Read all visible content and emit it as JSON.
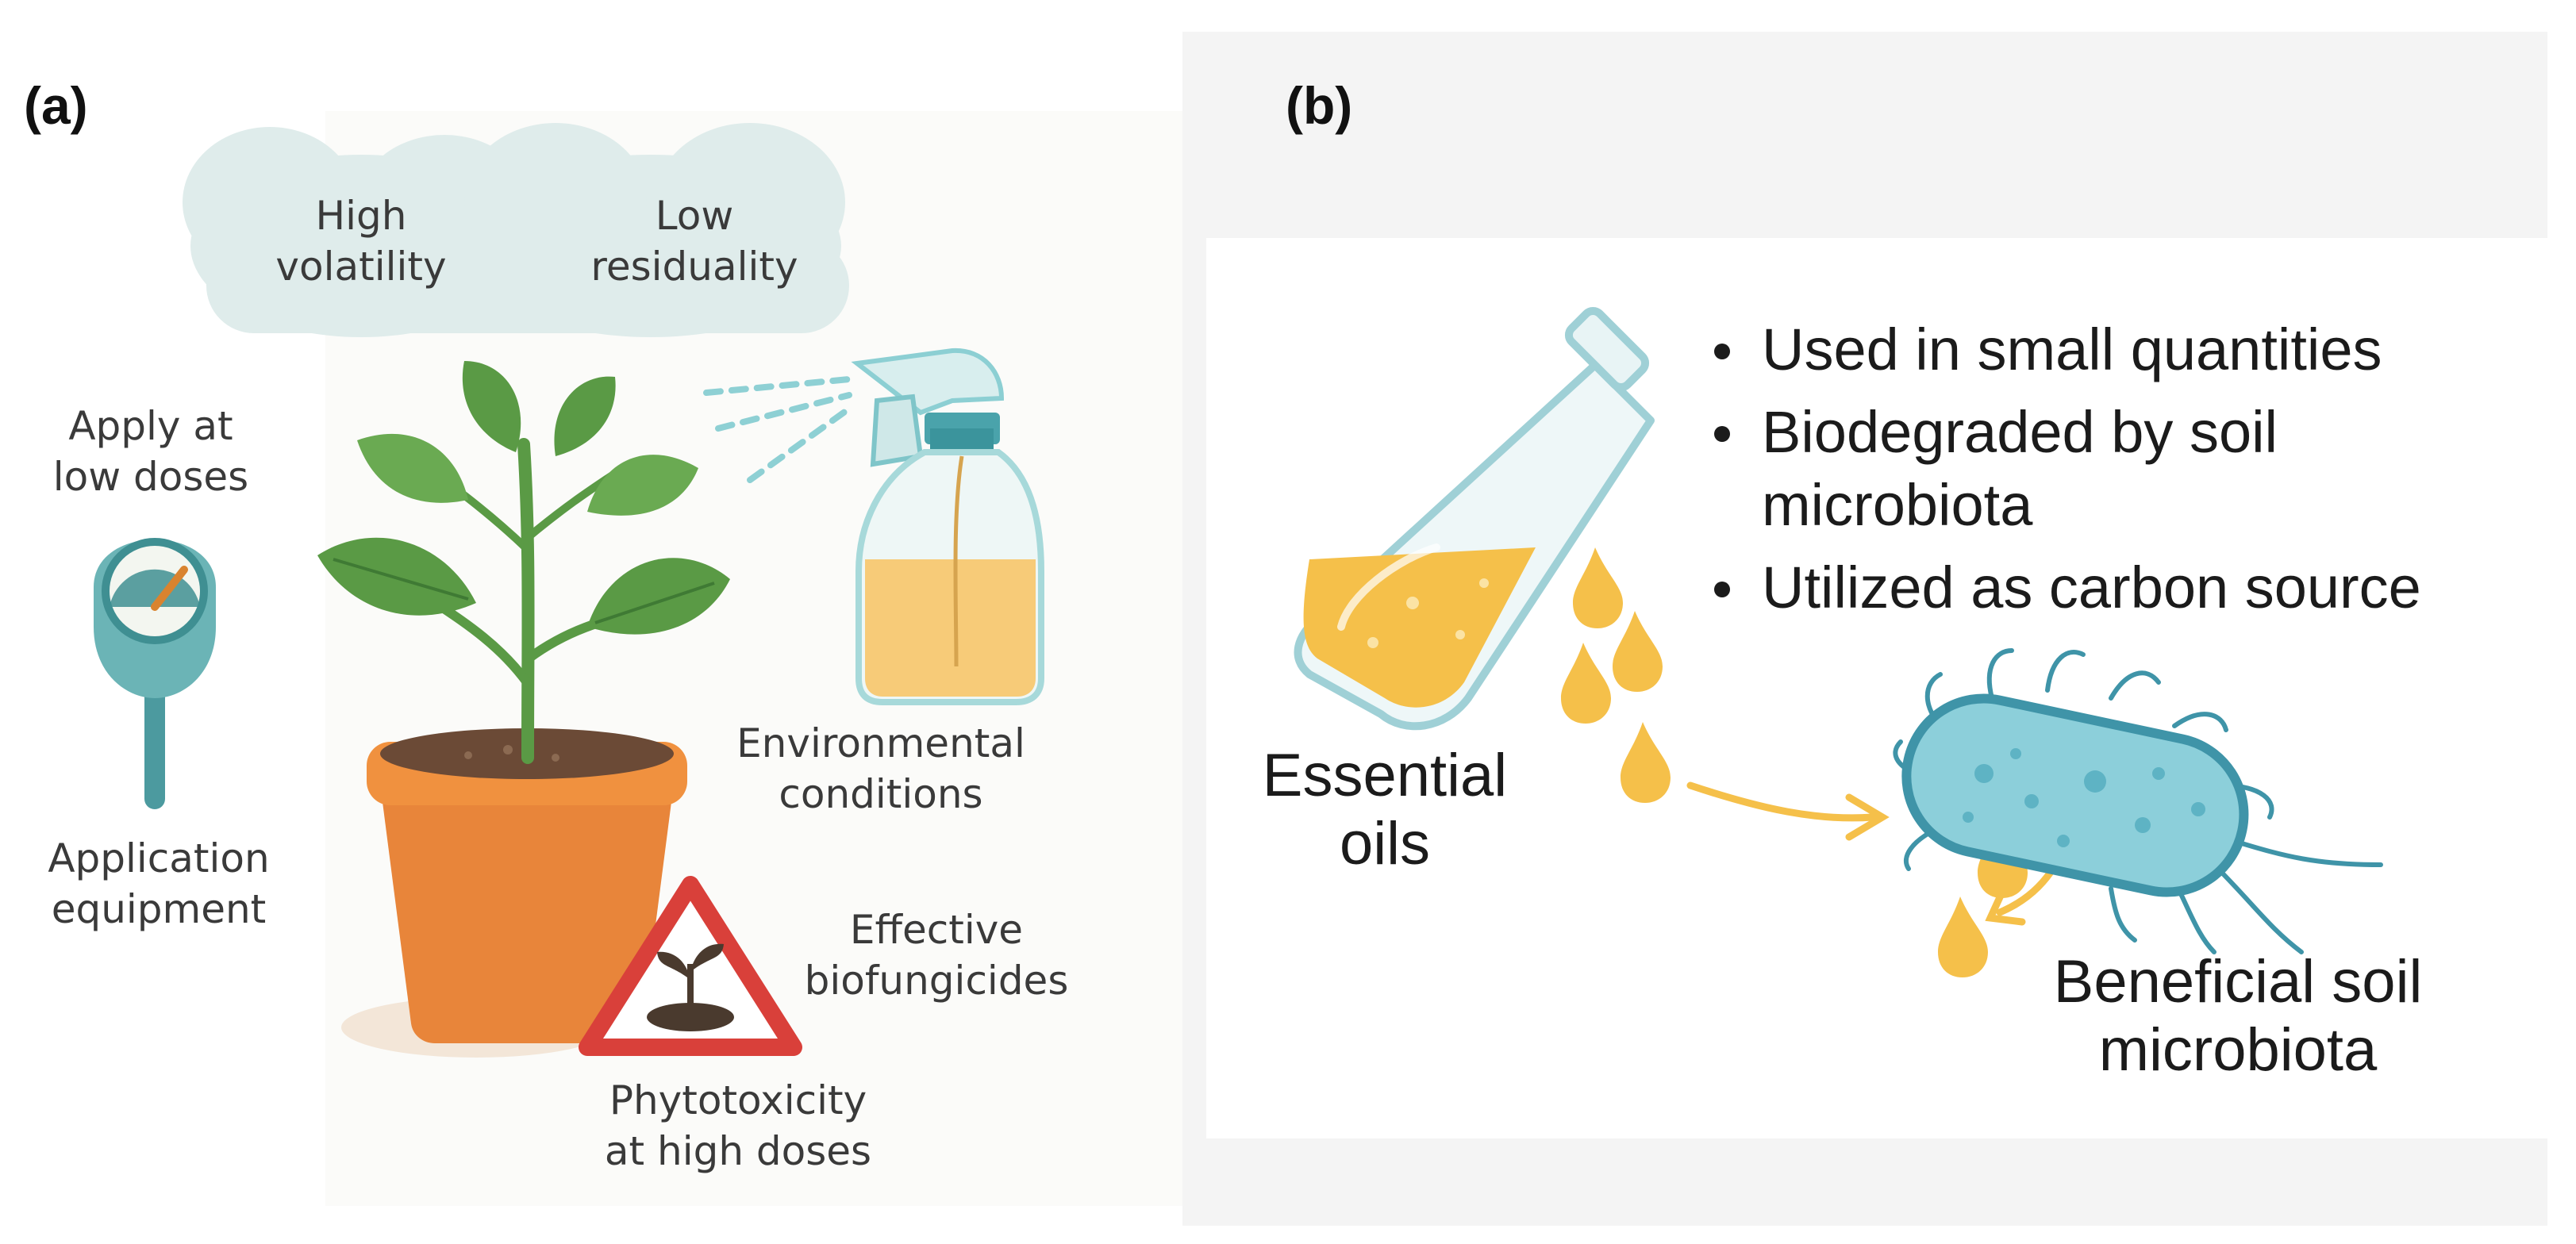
{
  "panel_a": {
    "label": "(a)",
    "cloud_left": [
      "High",
      "volatility"
    ],
    "cloud_right": [
      "Low",
      "residuality"
    ],
    "apply_low_doses": [
      "Apply at",
      "low doses"
    ],
    "application_equipment": [
      "Application",
      "equipment"
    ],
    "environmental_conditions": [
      "Environmental",
      "conditions"
    ],
    "effective_biofungicides": [
      "Effective",
      "biofungicides"
    ],
    "phytotoxicity": [
      "Phytotoxicity",
      "at high doses"
    ]
  },
  "panel_b": {
    "label": "(b)",
    "bullets": [
      [
        "Used in small quantities"
      ],
      [
        "Biodegraded by soil",
        "microbiota"
      ],
      [
        "Utilized as carbon source"
      ]
    ],
    "essential_oils": [
      "Essential",
      "oils"
    ],
    "beneficial_microbiota": [
      "Beneficial soil",
      "microbiota"
    ]
  },
  "colors": {
    "leaf": "#5a9a45",
    "pot": "#e8853a",
    "oil": "#f5c04a",
    "bacterium": "#8ccfda",
    "cloud": "#dfeceb",
    "warning": "#d9403a"
  }
}
